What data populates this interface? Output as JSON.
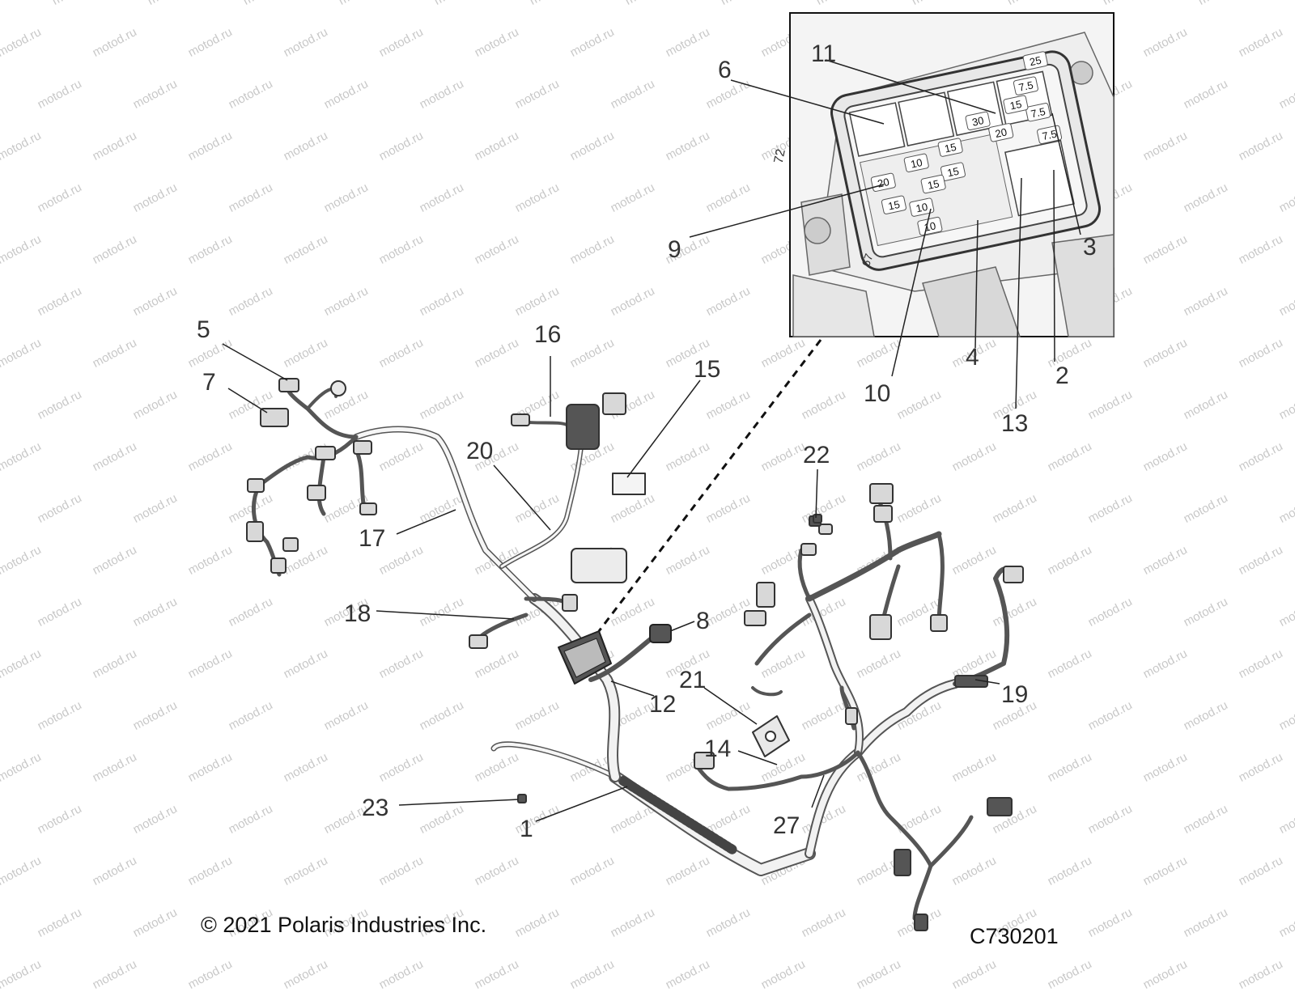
{
  "watermark": "motod.ru",
  "callouts": {
    "1": "1",
    "2": "2",
    "3": "3",
    "4": "4",
    "5": "5",
    "6": "6",
    "7": "7",
    "8": "8",
    "9": "9",
    "10": "10",
    "11": "11",
    "12": "12",
    "13": "13",
    "14": "14",
    "15": "15",
    "16": "16",
    "17": "17",
    "18": "18",
    "19": "19",
    "20": "20",
    "21": "21",
    "22": "22",
    "23": "23",
    "27": "27"
  },
  "fuse_labels": [
    "20",
    "10",
    "15",
    "30",
    "20",
    "7.5",
    "7.5",
    "15",
    "15",
    "10",
    "10",
    "25",
    "15",
    "15",
    "7.5"
  ],
  "panel_tags": {
    "left": "72",
    "bottom": "67"
  },
  "copyright": "© 2021 Polaris Industries Inc.",
  "figure_code": "C730201"
}
